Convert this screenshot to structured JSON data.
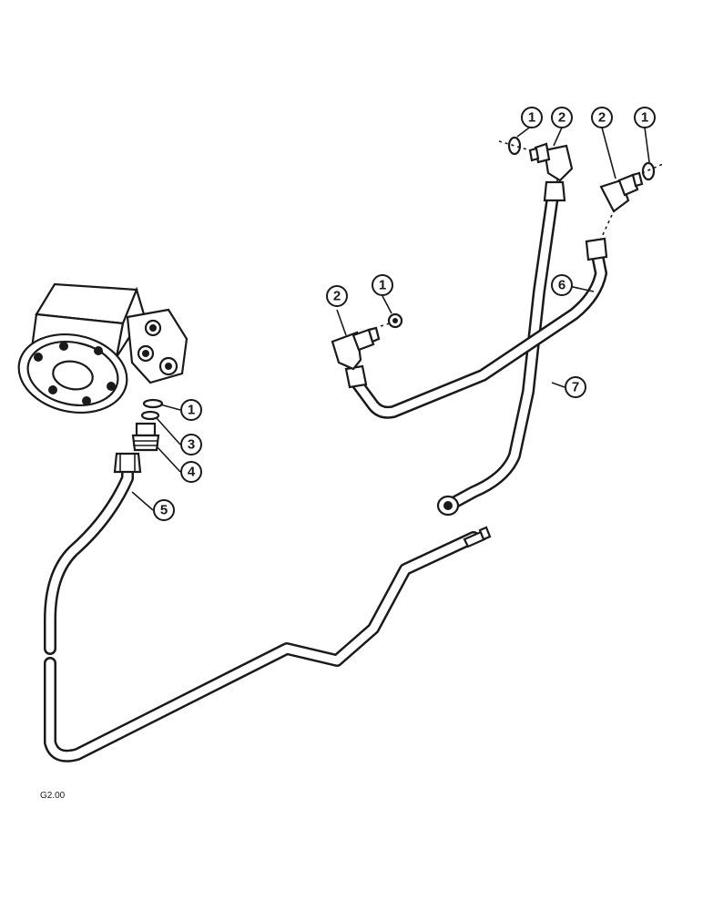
{
  "callouts": [
    {
      "id": "c-1a",
      "label": "1"
    },
    {
      "id": "c-2a",
      "label": "2"
    },
    {
      "id": "c-2b",
      "label": "2"
    },
    {
      "id": "c-1b",
      "label": "1"
    },
    {
      "id": "c-2c",
      "label": "2"
    },
    {
      "id": "c-1c",
      "label": "1"
    },
    {
      "id": "c-6",
      "label": "6"
    },
    {
      "id": "c-7",
      "label": "7"
    },
    {
      "id": "c-1d",
      "label": "1"
    },
    {
      "id": "c-3",
      "label": "3"
    },
    {
      "id": "c-4",
      "label": "4"
    },
    {
      "id": "c-5",
      "label": "5"
    }
  ],
  "figure_ref": "G2.00"
}
